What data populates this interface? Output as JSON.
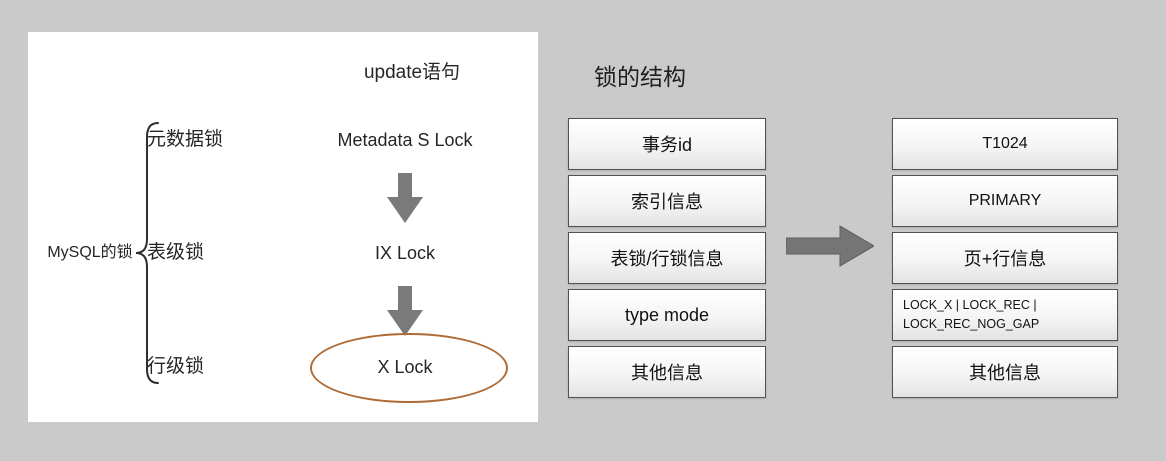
{
  "panel": {
    "header": "update语句",
    "root_label": "MySQL的锁",
    "branches": [
      {
        "label": "元数据锁",
        "value": "Metadata S Lock"
      },
      {
        "label": "表级锁",
        "value": "IX Lock"
      },
      {
        "label": "行级锁",
        "value": "X Lock"
      }
    ]
  },
  "structure": {
    "title": "锁的结构",
    "fields": [
      "事务id",
      "索引信息",
      "表锁/行锁信息",
      "type mode",
      "其他信息"
    ]
  },
  "example": {
    "fields": [
      "T1024",
      "PRIMARY",
      "页+行信息",
      "LOCK_X | LOCK_REC | LOCK_REC_NOG_GAP",
      "其他信息"
    ]
  },
  "icons": {
    "down_arrow": "block-arrow-down",
    "right_arrow": "block-arrow-right",
    "brace": "left-curly-brace"
  },
  "colors": {
    "background": "#cacaca",
    "panel": "#ffffff",
    "box_border": "#525252",
    "arrow_fill": "#7a7a7a",
    "highlight_ellipse": "#b06b34"
  }
}
